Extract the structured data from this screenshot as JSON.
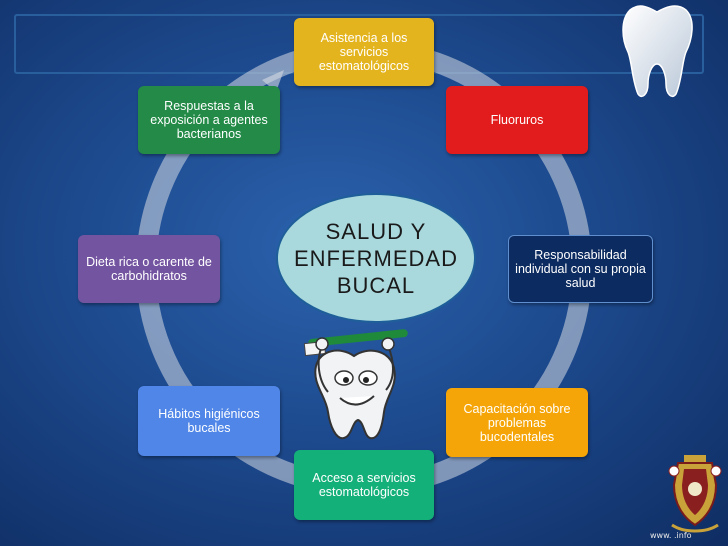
{
  "diagram": {
    "center": {
      "lines": [
        "SALUD  Y",
        "ENFERMEDAD",
        "BUCAL"
      ],
      "color": "#a9d9dd"
    },
    "nodes": [
      {
        "id": "asistencia",
        "label": "Asistencia  a los servicios estomatológicos",
        "color": "#e4b41e"
      },
      {
        "id": "fluoruros",
        "label": "Fluoruros",
        "color": "#e21c1c"
      },
      {
        "id": "responsabilidad",
        "label": "Responsabilidad individual con su propia salud",
        "color": "#0c2b60"
      },
      {
        "id": "capacitacion",
        "label": "Capacitación sobre problemas bucodentales",
        "color": "#f5a507"
      },
      {
        "id": "acceso",
        "label": "Acceso a servicios estomatológicos",
        "color": "#14b07a"
      },
      {
        "id": "habitos",
        "label": "Hábitos higiénicos bucales",
        "color": "#4f86e7"
      },
      {
        "id": "dieta",
        "label": "Dieta rica o carente de carbohidratos",
        "color": "#7354a0"
      },
      {
        "id": "respuestas",
        "label": "Respuestas a la exposición  a agentes bacterianos",
        "color": "#238a47"
      }
    ]
  },
  "decorations": {
    "tooth_icon": "molar-tooth-icon",
    "cartoon": "tooth-with-toothbrush-cartoon",
    "crest": "coat-of-arms-logo",
    "watermark": "www.        .info"
  }
}
